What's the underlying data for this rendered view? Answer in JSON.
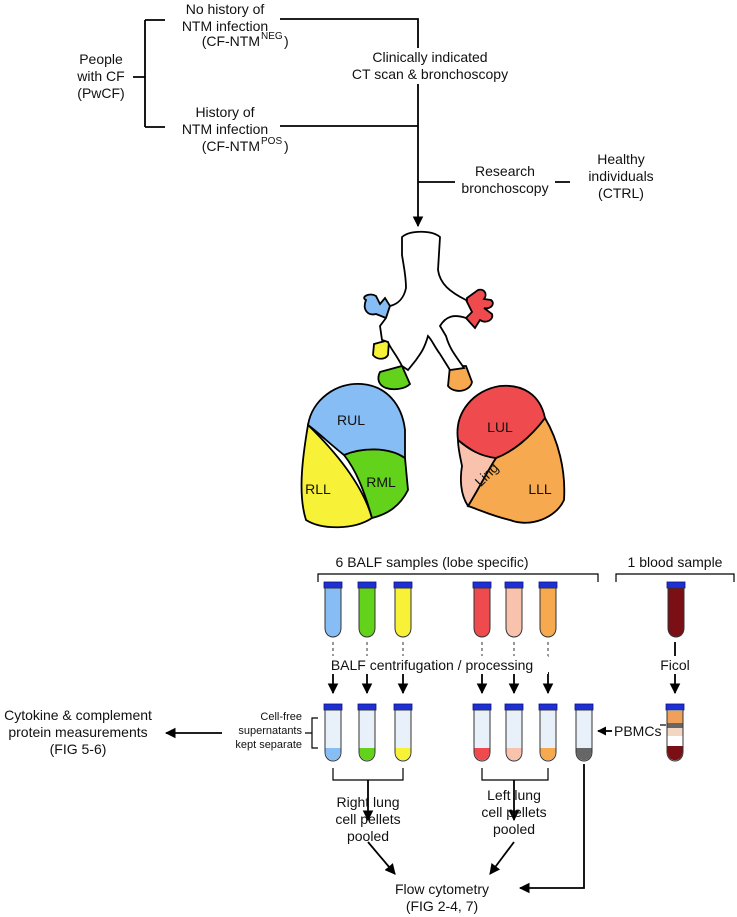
{
  "groups": {
    "pwcf": [
      "People",
      "with CF",
      "(PwCF)"
    ],
    "neg": {
      "line1": "No history of",
      "line2": "NTM infection",
      "line3": "(CF-NTM",
      "sup": "NEG",
      "close": ")"
    },
    "pos": {
      "line1": "History of",
      "line2": "NTM infection",
      "line3": "(CF-NTM",
      "sup": "POS",
      "close": ")"
    },
    "clinical": [
      "Clinically indicated",
      "CT scan & bronchoscopy"
    ],
    "research": [
      "Research",
      "bronchoscopy"
    ],
    "healthy": [
      "Healthy",
      "individuals",
      "(CTRL)"
    ]
  },
  "lobes": {
    "rul": "RUL",
    "rll": "RLL",
    "rml": "RML",
    "lul": "LUL",
    "ling": "Ling",
    "lll": "LLL"
  },
  "colors": {
    "rul": "#86bdf5",
    "rll": "#f7f238",
    "rml": "#63d21b",
    "lul": "#ef4b4f",
    "ling": "#f8c2ad",
    "lll": "#f6a94f",
    "blood": "#7a0f16",
    "pbmc": "#f0a05a",
    "tube_body": "#e8f1fa",
    "cap": "#1f2fd6",
    "pbmc_pellet": "#666666"
  },
  "samples": {
    "balf": "6 BALF samples (lobe specific)",
    "blood": "1 blood sample",
    "centrifugation": "BALF centrifugation / processing",
    "ficol": "Ficol",
    "pbmcs": "PBMCs"
  },
  "supernatant": [
    "Cell-free",
    "supernatants",
    "kept separate"
  ],
  "cytokine": [
    "Cytokine & complement",
    "protein measurements",
    "(FIG 5-6)"
  ],
  "right_pool": [
    "Right lung",
    "cell pellets",
    "pooled"
  ],
  "left_pool": [
    "Left lung",
    "cell pellets",
    "pooled"
  ],
  "flow": [
    "Flow cytometry",
    "(FIG 2-4, 7)"
  ]
}
